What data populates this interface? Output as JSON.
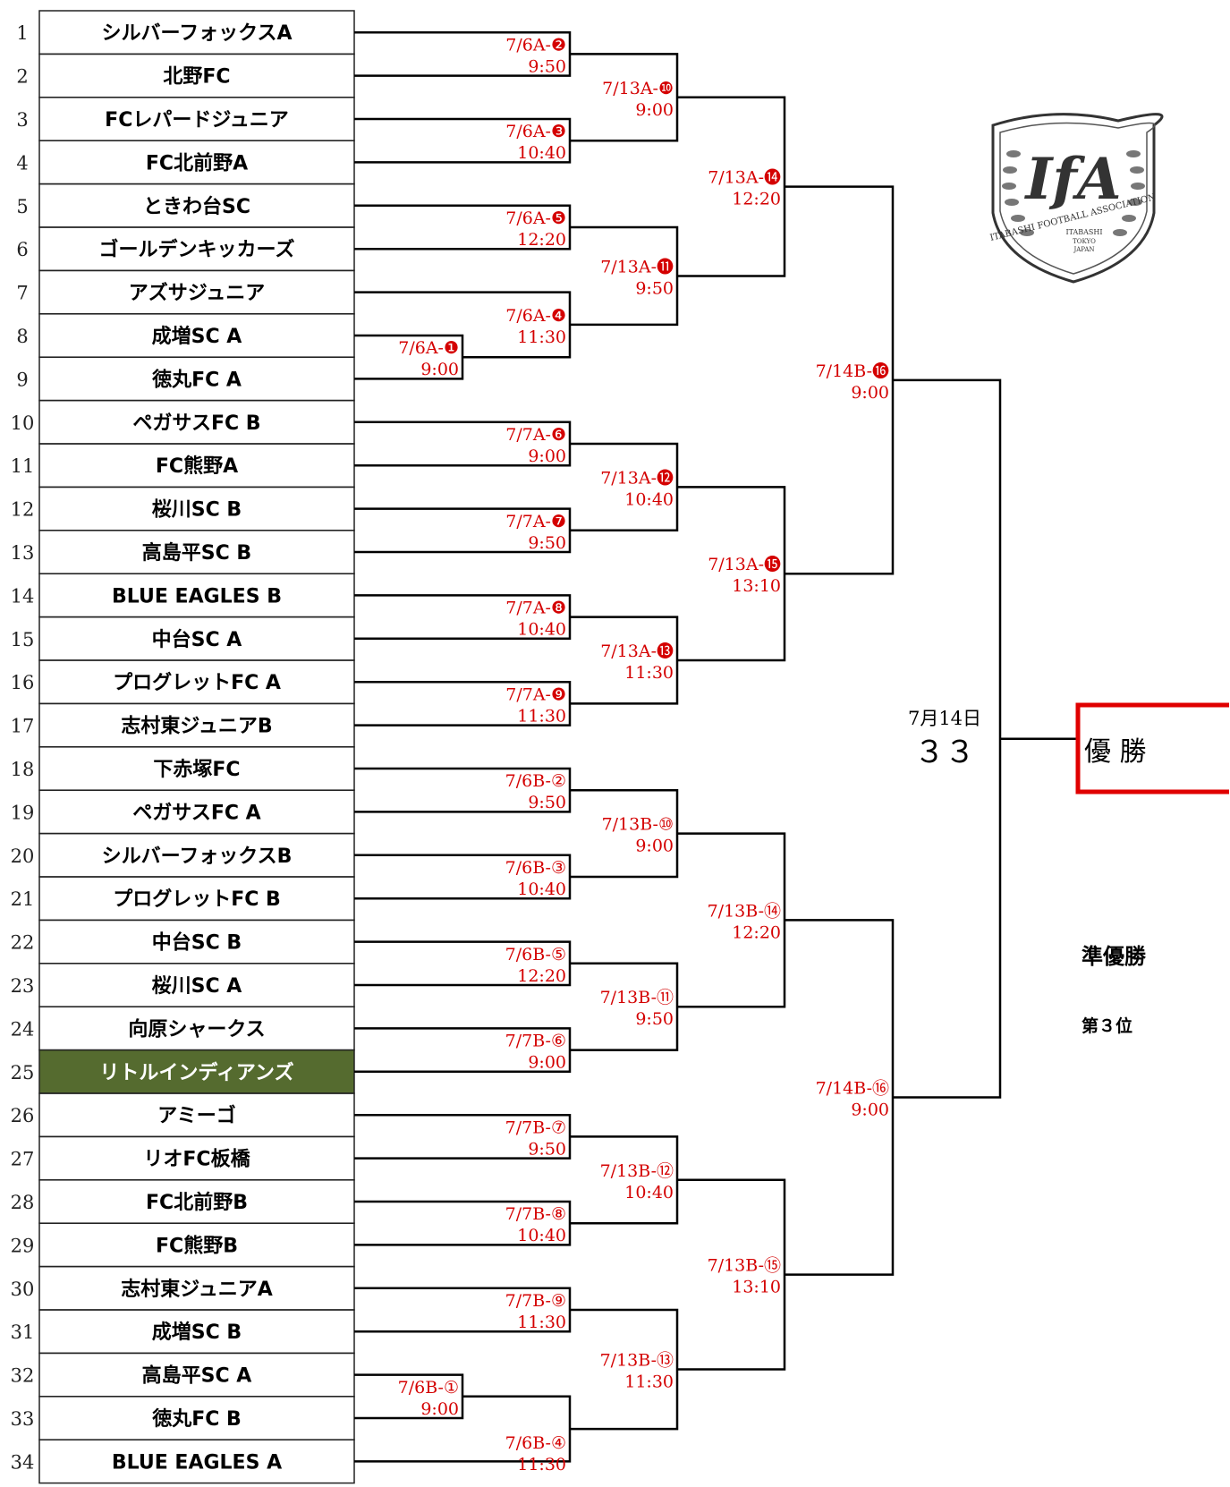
{
  "teams": [
    {
      "no": "1",
      "name": "シルバーフォックスA"
    },
    {
      "no": "2",
      "name": "北野FC"
    },
    {
      "no": "3",
      "name": "FCレパードジュニア"
    },
    {
      "no": "4",
      "name": "FC北前野A"
    },
    {
      "no": "5",
      "name": "ときわ台SC"
    },
    {
      "no": "6",
      "name": "ゴールデンキッカーズ"
    },
    {
      "no": "7",
      "name": "アズサジュニア"
    },
    {
      "no": "8",
      "name": "成増SC A"
    },
    {
      "no": "9",
      "name": "徳丸FC A"
    },
    {
      "no": "10",
      "name": "ペガサスFC B"
    },
    {
      "no": "11",
      "name": "FC熊野A"
    },
    {
      "no": "12",
      "name": "桜川SC B"
    },
    {
      "no": "13",
      "name": "高島平SC B"
    },
    {
      "no": "14",
      "name": "BLUE EAGLES B"
    },
    {
      "no": "15",
      "name": "中台SC A"
    },
    {
      "no": "16",
      "name": "プログレットFC A"
    },
    {
      "no": "17",
      "name": "志村東ジュニアB"
    },
    {
      "no": "18",
      "name": "下赤塚FC"
    },
    {
      "no": "19",
      "name": "ペガサスFC A"
    },
    {
      "no": "20",
      "name": "シルバーフォックスB"
    },
    {
      "no": "21",
      "name": "プログレットFC B"
    },
    {
      "no": "22",
      "name": "中台SC B"
    },
    {
      "no": "23",
      "name": "桜川SC A"
    },
    {
      "no": "24",
      "name": "向原シャークス"
    },
    {
      "no": "25",
      "name": "リトルインディアンズ",
      "highlight": true
    },
    {
      "no": "26",
      "name": "アミーゴ"
    },
    {
      "no": "27",
      "name": "リオFC板橋"
    },
    {
      "no": "28",
      "name": "FC北前野B"
    },
    {
      "no": "29",
      "name": "FC熊野B"
    },
    {
      "no": "30",
      "name": "志村東ジュニアA"
    },
    {
      "no": "31",
      "name": "成増SC B"
    },
    {
      "no": "32",
      "name": "高島平SC A"
    },
    {
      "no": "33",
      "name": "徳丸FC B"
    },
    {
      "no": "34",
      "name": "BLUE EAGLES A"
    }
  ],
  "matches": [
    {
      "id": "m-a1",
      "line1": "7/6A-❶",
      "line2": "9:00"
    },
    {
      "id": "m-a2",
      "line1": "7/6A-❷",
      "line2": "9:50"
    },
    {
      "id": "m-a3",
      "line1": "7/6A-❸",
      "line2": "10:40"
    },
    {
      "id": "m-a4",
      "line1": "7/6A-❹",
      "line2": "11:30"
    },
    {
      "id": "m-a5",
      "line1": "7/6A-❺",
      "line2": "12:20"
    },
    {
      "id": "m-a6",
      "line1": "7/7A-❻",
      "line2": "9:00"
    },
    {
      "id": "m-a7",
      "line1": "7/7A-❼",
      "line2": "9:50"
    },
    {
      "id": "m-a8",
      "line1": "7/7A-❽",
      "line2": "10:40"
    },
    {
      "id": "m-a9",
      "line1": "7/7A-❾",
      "line2": "11:30"
    },
    {
      "id": "m-a10",
      "line1": "7/13A-❿",
      "line2": "9:00"
    },
    {
      "id": "m-a11",
      "line1": "7/13A-⓫",
      "line2": "9:50"
    },
    {
      "id": "m-a12",
      "line1": "7/13A-⓬",
      "line2": "10:40"
    },
    {
      "id": "m-a13",
      "line1": "7/13A-⓭",
      "line2": "11:30"
    },
    {
      "id": "m-a14",
      "line1": "7/13A-⓮",
      "line2": "12:20"
    },
    {
      "id": "m-a15",
      "line1": "7/13A-⓯",
      "line2": "13:10"
    },
    {
      "id": "m-a16",
      "line1": "7/14B-⓰",
      "line2": "9:00"
    },
    {
      "id": "m-b1",
      "line1": "7/6B-①",
      "line2": "9:00"
    },
    {
      "id": "m-b2",
      "line1": "7/6B-②",
      "line2": "9:50"
    },
    {
      "id": "m-b3",
      "line1": "7/6B-③",
      "line2": "10:40"
    },
    {
      "id": "m-b4",
      "line1": "7/6B-④",
      "line2": "11:30"
    },
    {
      "id": "m-b5",
      "line1": "7/6B-⑤",
      "line2": "12:20"
    },
    {
      "id": "m-b6",
      "line1": "7/7B-⑥",
      "line2": "9:00"
    },
    {
      "id": "m-b7",
      "line1": "7/7B-⑦",
      "line2": "9:50"
    },
    {
      "id": "m-b8",
      "line1": "7/7B-⑧",
      "line2": "10:40"
    },
    {
      "id": "m-b9",
      "line1": "7/7B-⑨",
      "line2": "11:30"
    },
    {
      "id": "m-b10",
      "line1": "7/13B-⑩",
      "line2": "9:00"
    },
    {
      "id": "m-b11",
      "line1": "7/13B-⑪",
      "line2": "9:50"
    },
    {
      "id": "m-b12",
      "line1": "7/13B-⑫",
      "line2": "10:40"
    },
    {
      "id": "m-b13",
      "line1": "7/13B-⑬",
      "line2": "11:30"
    },
    {
      "id": "m-b14",
      "line1": "7/13B-⑭",
      "line2": "12:20"
    },
    {
      "id": "m-b15",
      "line1": "7/13B-⑮",
      "line2": "13:10"
    },
    {
      "id": "m-b16",
      "line1": "7/14B-⑯",
      "line2": "9:00"
    }
  ],
  "final": {
    "date": "7月14日",
    "match_no": "３３"
  },
  "places": {
    "champion": "優 勝",
    "runner_up": "準優勝",
    "third": "第３位"
  },
  "logo": {
    "monogram": "IfA",
    "ring_text": "ITABASHI FOOTBALL ASSOCIATION",
    "sub1": "ITABASHI",
    "sub2": "TOKYO",
    "sub3": "JAPAN"
  },
  "colors": {
    "match_text": "#d40000",
    "highlight_row": "#556b2f",
    "champion_box": "#e00000"
  }
}
